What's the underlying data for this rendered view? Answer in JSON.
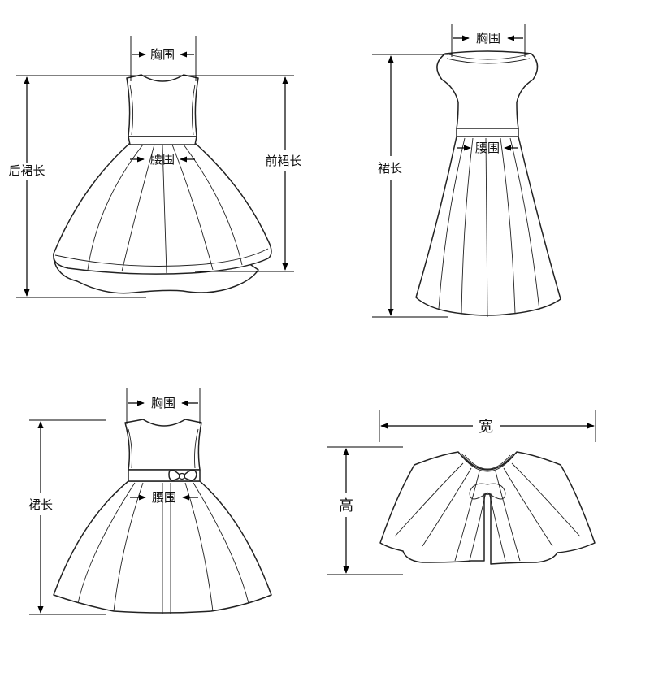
{
  "labels": {
    "d1_chest": "胸围",
    "d1_waist": "腰围",
    "d1_back_length": "后裙长",
    "d1_front_length": "前裙长",
    "d2_chest": "胸围",
    "d2_waist": "腰围",
    "d2_length": "裙长",
    "d3_chest": "胸围",
    "d3_waist": "腰围",
    "d3_length": "裙长",
    "cape_width": "宽",
    "cape_height": "高"
  },
  "colors": {
    "line": "#222222",
    "background": "#ffffff"
  }
}
